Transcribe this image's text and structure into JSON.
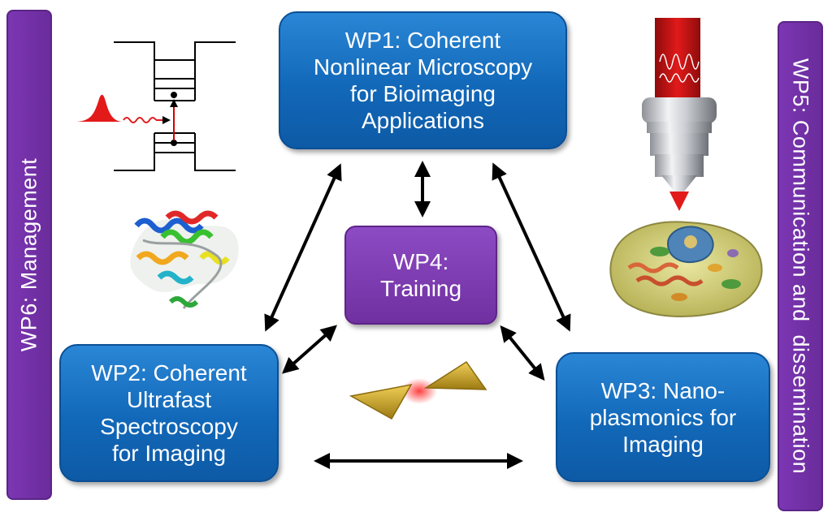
{
  "work_packages": {
    "wp1": "WP1: Coherent\nNonlinear Microscopy\nfor Bioimaging\nApplications",
    "wp2": "WP2: Coherent\nUltrafast\nSpectroscopy\nfor Imaging",
    "wp3": "WP3: Nano-\nplasmonics for\nImaging",
    "wp4": "WP4:\nTraining",
    "wp5": "WP5: Communication and  dissemination",
    "wp6": "WP6: Management"
  },
  "colors": {
    "box_blue": "#1268b8",
    "box_purple": "#7030a0",
    "arrow": "#000000",
    "pulse_red": "#e21a1a",
    "plasmonic_gold": "#c9a22a"
  },
  "icons": [
    "energy-level-diagram-icon",
    "protein-structure-icon",
    "microscope-objective-icon",
    "cell-icon",
    "bowtie-nanoantenna-icon"
  ]
}
